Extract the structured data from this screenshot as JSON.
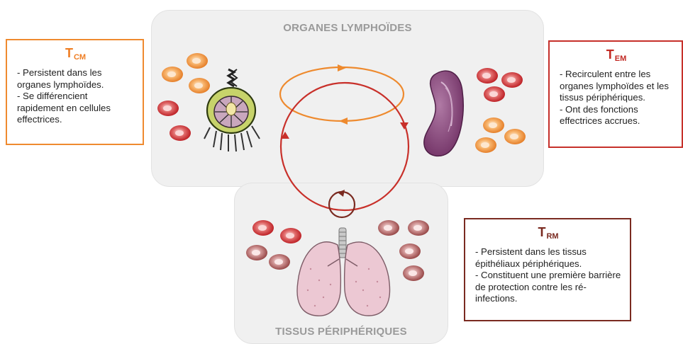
{
  "zones": {
    "lymphoid_title": "ORGANES LYMPHOÏDES",
    "peripheral_title": "TISSUS PÉRIPHÉRIQUES"
  },
  "cards": {
    "tcm": {
      "head_main": "T",
      "head_sub": "CM",
      "lines": [
        "- Persistent dans les organes lymphoïdes.",
        "- Se différencient rapidement en cellules effectrices."
      ]
    },
    "tem": {
      "head_main": "T",
      "head_sub": "EM",
      "lines": [
        "- Recirculent entre les organes lymphoïdes et les tissus périphériques.",
        "- Ont des fonctions effectrices accrues."
      ]
    },
    "trm": {
      "head_main": "T",
      "head_sub": "RM",
      "lines": [
        "- Persistent dans les tissus épithéliaux périphériques.",
        "- Constituent une première barrière de protection contre les ré-infections."
      ]
    }
  },
  "colors": {
    "tcm": "#ef8a2f",
    "tem": "#c6302a",
    "trm": "#7a2a20",
    "spleen": "#8e4b7e",
    "lung": "#e7c3cf"
  },
  "icons": [
    "lymph-node-icon",
    "spleen-icon",
    "lungs-icon",
    "orange-cell-icon",
    "red-cell-icon",
    "brown-cell-icon"
  ]
}
